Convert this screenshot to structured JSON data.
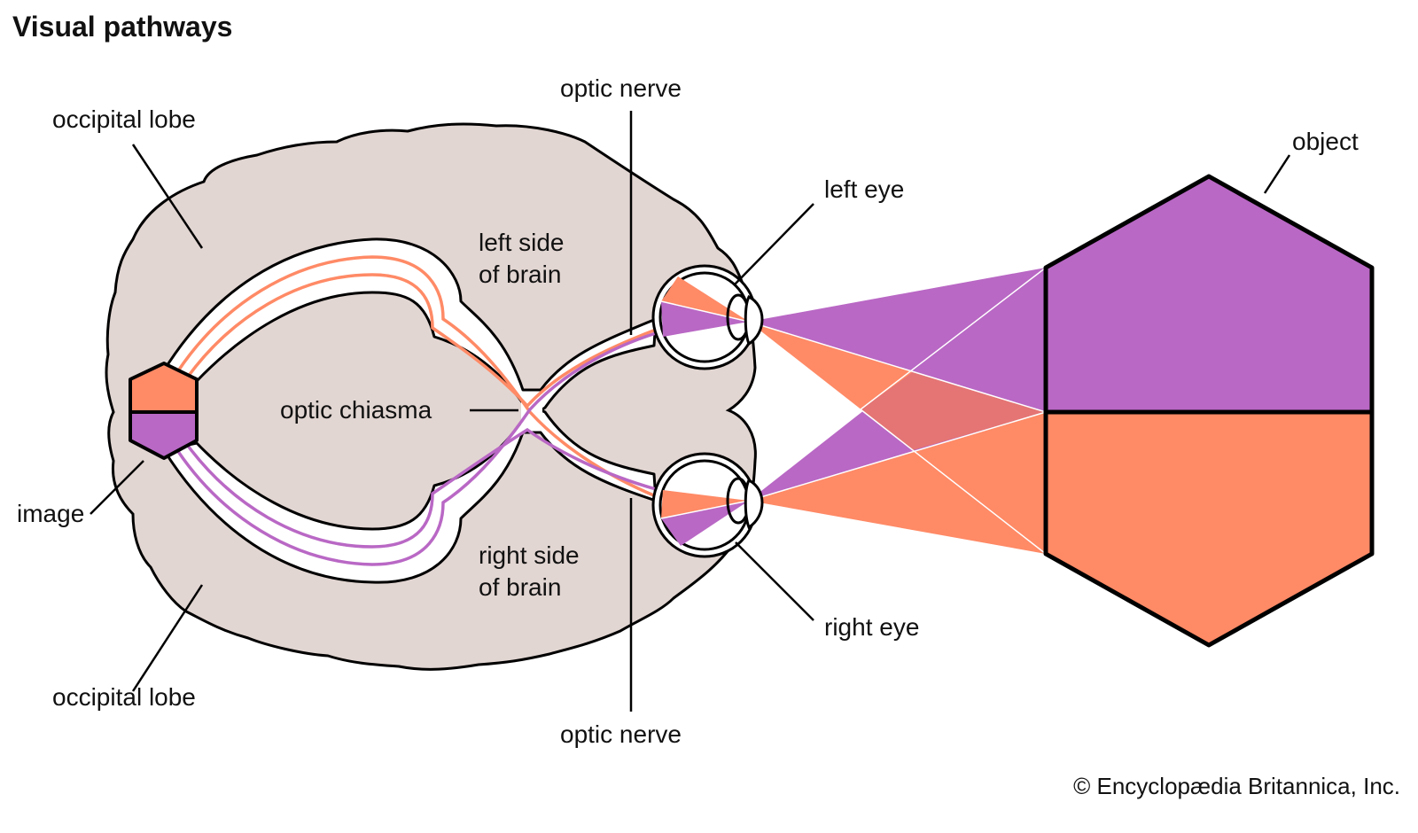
{
  "title": "Visual pathways",
  "labels": {
    "occipital_lobe_top": "occipital lobe",
    "occipital_lobe_bottom": "occipital lobe",
    "image": "image",
    "optic_chiasma": "optic chiasma",
    "optic_nerve_top": "optic nerve",
    "optic_nerve_bottom": "optic nerve",
    "left_side_brain_line1": "left side",
    "left_side_brain_line2": "of brain",
    "right_side_brain_line1": "right side",
    "right_side_brain_line2": "of brain",
    "left_eye": "left eye",
    "right_eye": "right eye",
    "object": "object"
  },
  "credit": "© Encyclopædia Britannica, Inc.",
  "colors": {
    "upper_field": "#b968c5",
    "lower_field": "#ff8a66",
    "overlap": "#e47574",
    "brain_fill": "#e2d6d2",
    "outline": "#000000"
  }
}
